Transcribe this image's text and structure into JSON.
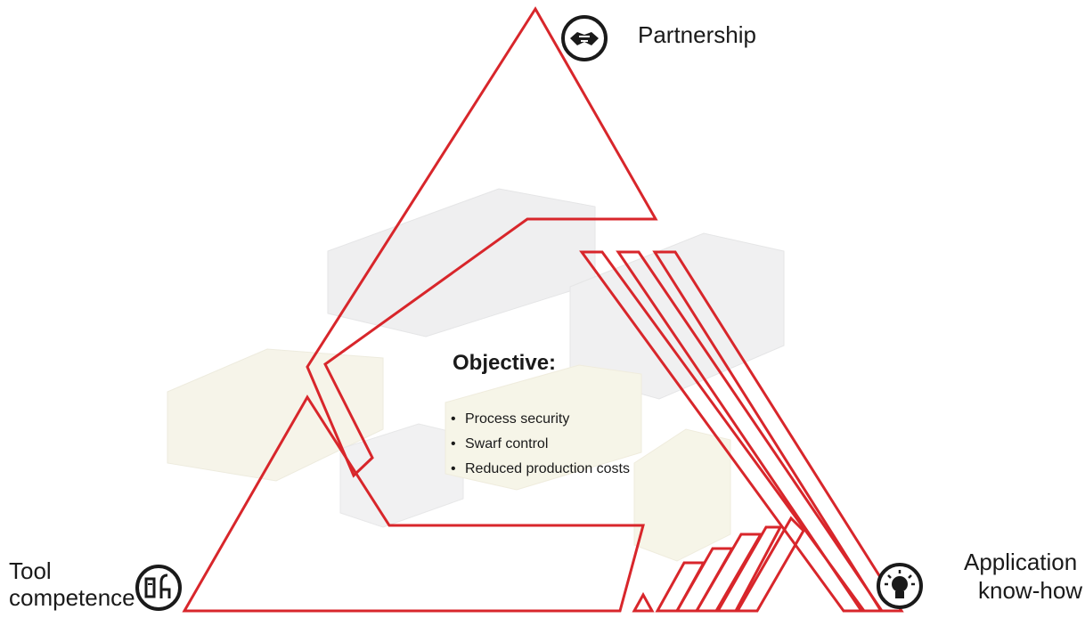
{
  "corners": {
    "top": "Partnership",
    "left_line1": "Tool",
    "left_line2": "competence",
    "right_line1": "Application",
    "right_line2": "know-how"
  },
  "center": {
    "title": "Objective:",
    "bullets": [
      "Process security",
      "Swarf control",
      "Reduced production costs"
    ]
  },
  "icons": {
    "top": "handshake-icon",
    "left": "tools-icon",
    "right": "lightbulb-icon"
  },
  "colors": {
    "accent": "#d8262b",
    "icon": "#1a1a1a"
  }
}
